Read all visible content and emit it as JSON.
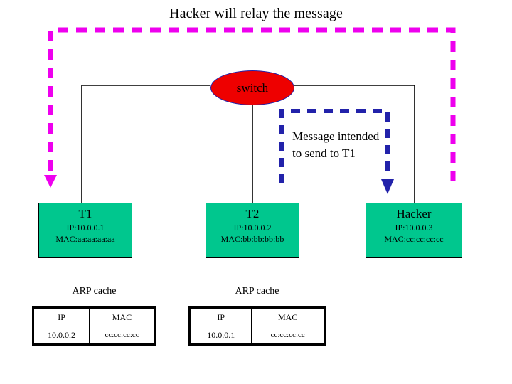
{
  "title": "Hacker will relay the message",
  "switch": {
    "label": "switch"
  },
  "message_caption": "Message intended to send to T1",
  "hosts": [
    {
      "name": "T1",
      "ip": "IP:10.0.0.1",
      "mac": "MAC:aa:aa:aa:aa"
    },
    {
      "name": "T2",
      "ip": "IP:10.0.0.2",
      "mac": "MAC:bb:bb:bb:bb"
    },
    {
      "name": "Hacker",
      "ip": "IP:10.0.0.3",
      "mac": "MAC:cc:cc:cc:cc"
    }
  ],
  "arp_caches": [
    {
      "title": "ARP cache",
      "headers": [
        "IP",
        "MAC"
      ],
      "rows": [
        [
          "10.0.0.2",
          "cc:cc:cc:cc"
        ]
      ]
    },
    {
      "title": "ARP cache",
      "headers": [
        "IP",
        "MAC"
      ],
      "rows": [
        [
          "10.0.0.1",
          "cc:cc:cc:cc"
        ]
      ]
    }
  ],
  "colors": {
    "switch_fill": "#ee0000",
    "host_fill": "#00c78e",
    "relay_path": "#ee00ee",
    "message_path": "#2222aa",
    "wire": "#000000"
  }
}
